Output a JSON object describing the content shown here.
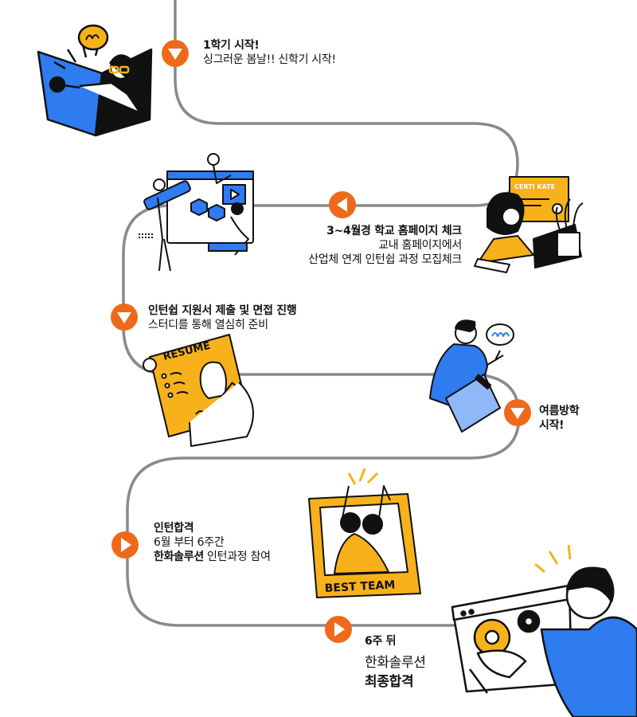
{
  "colors": {
    "path": "#8a8a8a",
    "marker": "#ee6a1a",
    "blue": "#2f7bf0",
    "yellow": "#f7b21b",
    "ink": "#111111"
  },
  "steps": [
    {
      "title": "1학기 시작!",
      "text": "싱그러운 봄날!! 신학기 시작!",
      "marker": "down"
    },
    {
      "title": "3~4월경 학교 홈페이지 체크",
      "line1": "교내 홈페이지에서",
      "line2": "산업체 연계 인턴쉽 과정 모집체크",
      "marker": "left"
    },
    {
      "title": "인턴쉽 지원서 제출 및 면접 진행",
      "text": "스터디를 통해 열심히 준비",
      "marker": "down"
    },
    {
      "title1": "여름방학",
      "title2": "시작!",
      "marker": "down"
    },
    {
      "title": "인턴합격",
      "line1": "6월 부터 6주간",
      "line2_bold": "한화솔루션",
      "line2_rest": " 인턴과정 참여",
      "marker": "right"
    },
    {
      "title": "6주 뒤",
      "line1": "한화솔루션",
      "line2": "최종합격",
      "marker": "right"
    }
  ],
  "illustrations": {
    "certificate_text": "CERTI KATE",
    "resume_text": "RESUME",
    "team_text": "BEST TEAM"
  }
}
